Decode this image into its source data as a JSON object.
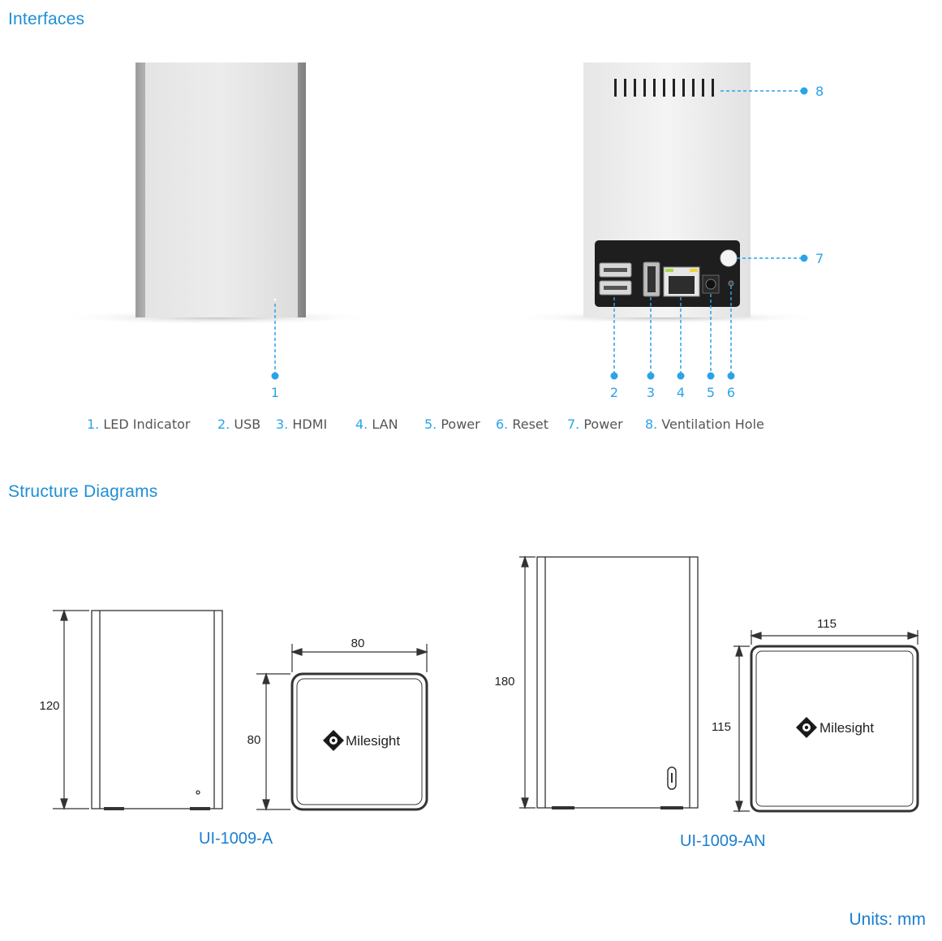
{
  "sections": {
    "interfaces": "Interfaces",
    "structure": "Structure Diagrams"
  },
  "callouts": [
    "1",
    "2",
    "3",
    "4",
    "5",
    "6",
    "7",
    "8"
  ],
  "legend": [
    {
      "num": "1.",
      "label": " LED Indicator"
    },
    {
      "num": "2.",
      "label": " USB"
    },
    {
      "num": "3.",
      "label": " HDMI"
    },
    {
      "num": "4.",
      "label": " LAN"
    },
    {
      "num": "5.",
      "label": " Power"
    },
    {
      "num": "6.",
      "label": " Reset"
    },
    {
      "num": "7.",
      "label": " Power"
    },
    {
      "num": "8.",
      "label": " Ventilation Hole"
    }
  ],
  "diagrams": {
    "small": {
      "height": "120",
      "width": "80",
      "depth": "80",
      "logo": "Milesight",
      "model": "UI-1009-A"
    },
    "large": {
      "height": "180",
      "width": "115",
      "depth": "115",
      "logo": "Milesight",
      "model": "UI-1009-AN"
    }
  },
  "units": "Units: mm",
  "colors": {
    "accent": "#1f8fd6",
    "callout": "#2aa3e8"
  }
}
